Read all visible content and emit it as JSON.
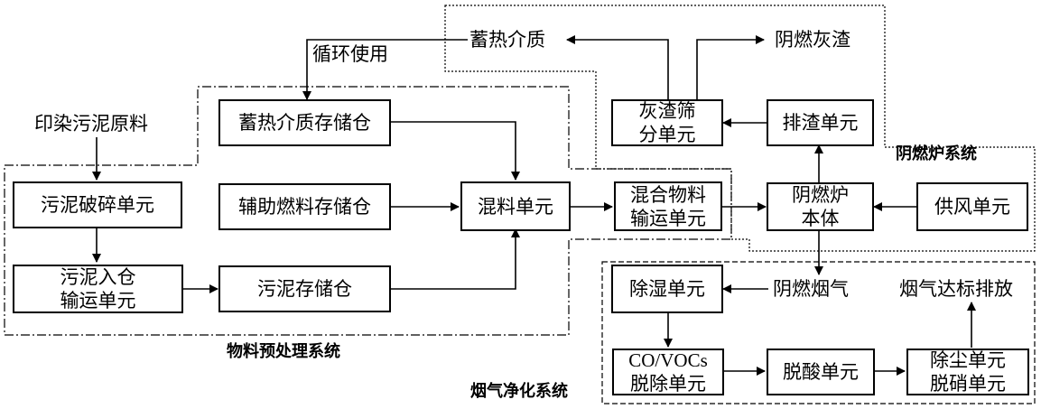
{
  "labels": {
    "raw_sludge": "印染污泥原料",
    "recycle": "循环使用",
    "heat_medium": "蓄热介质",
    "smolder_ash": "阴燃灰渣",
    "smolder_flue_gas": "阴燃烟气",
    "flue_gas_discharge": "烟气达标排放"
  },
  "boxes": {
    "sludge_crush": "污泥破碎单元",
    "heat_storage": "蓄热介质存储仓",
    "aux_fuel": "辅助燃料存储仓",
    "mixing": "混料单元",
    "sludge_transport_l1": "污泥入仓",
    "sludge_transport_l2": "输运单元",
    "sludge_storage": "污泥存储仓",
    "mix_transport_l1": "混合物料",
    "mix_transport_l2": "输运单元",
    "ash_screen_l1": "灰渣筛",
    "ash_screen_l2": "分单元",
    "slag_discharge": "排渣单元",
    "furnace_l1": "阴燃炉",
    "furnace_l2": "本体",
    "air_supply": "供风单元",
    "dehumid": "除湿单元",
    "voc_l1": "CO/VOCs",
    "voc_l2": "脱除单元",
    "deacid": "脱酸单元",
    "dust_l1": "除尘单元",
    "dust_l2": "脱硝单元"
  },
  "systems": {
    "pretreatment": "物料预处理系统",
    "furnace_system": "阴燃炉系统",
    "flue_gas_system": "烟气净化系统"
  }
}
